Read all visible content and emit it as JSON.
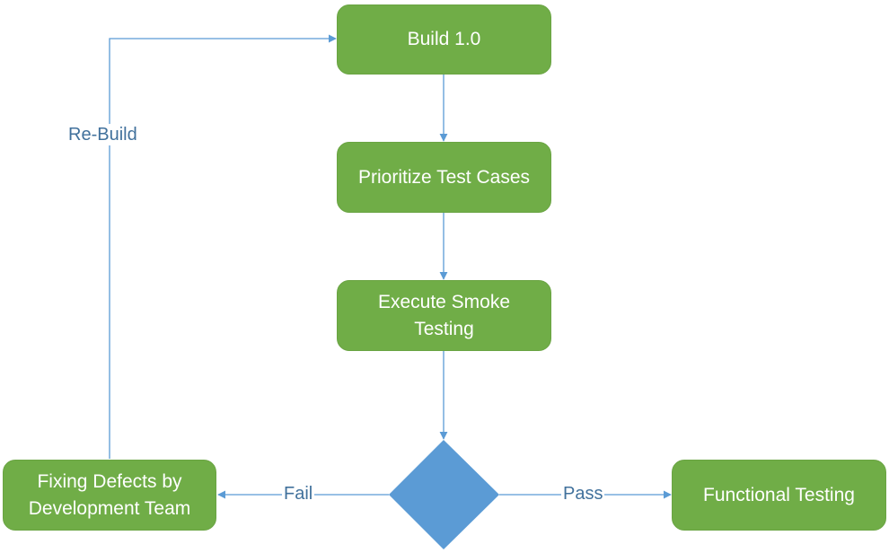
{
  "diagram": {
    "nodes": {
      "build": "Build 1.0",
      "prioritize": "Prioritize Test Cases",
      "execute_line1": "Execute Smoke",
      "execute_line2": "Testing",
      "fixing_line1": "Fixing Defects by",
      "fixing_line2": "Development Team",
      "functional": "Functional Testing"
    },
    "edges": {
      "rebuild": "Re-Build",
      "fail": "Fail",
      "pass": "Pass"
    },
    "colors": {
      "node_fill": "#70ad47",
      "decision_fill": "#5b9bd5",
      "connector": "#5b9bd5",
      "label_text": "#41719c"
    }
  }
}
